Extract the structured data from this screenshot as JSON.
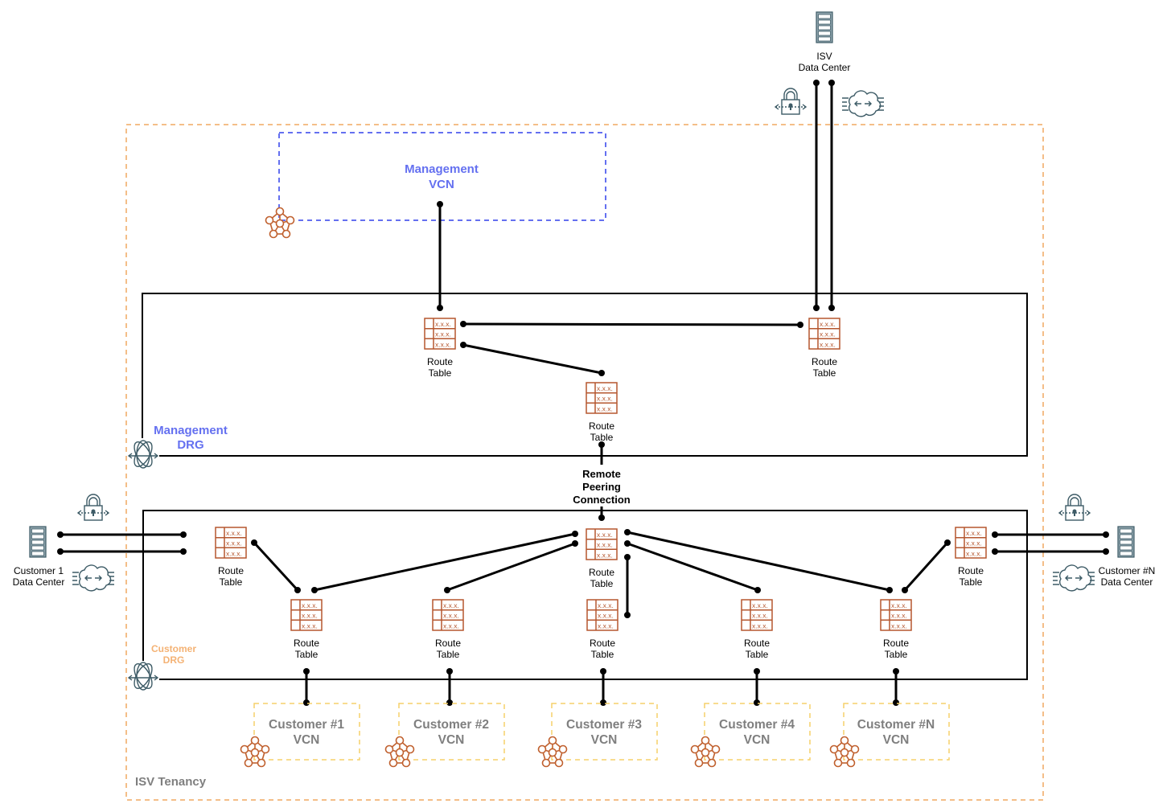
{
  "tenancy": {
    "label": "ISV Tenancy",
    "border_color": "#f0a860"
  },
  "isv_data_center": {
    "label_line1": "ISV",
    "label_line2": "Data Center"
  },
  "management_vcn": {
    "label_line1": "Management",
    "label_line2": "VCN",
    "border_color": "#6470f0"
  },
  "management_drg": {
    "label_line1": "Management",
    "label_line2": "DRG"
  },
  "customer_drg": {
    "label_line1": "Customer",
    "label_line2": "DRG"
  },
  "remote_peering": {
    "line1": "Remote",
    "line2": "Peering",
    "line3": "Connection"
  },
  "route_table": {
    "line1": "Route",
    "line2": "Table",
    "cell": "x.x.x."
  },
  "customer_dc_left": {
    "label_line1": "Customer 1",
    "label_line2": "Data Center"
  },
  "customer_dc_right": {
    "label_line1": "Customer #N",
    "label_line2": "Data Center"
  },
  "customer_vcns": [
    {
      "line1": "Customer #1",
      "line2": "VCN"
    },
    {
      "line1": "Customer #2",
      "line2": "VCN"
    },
    {
      "line1": "Customer #3",
      "line2": "VCN"
    },
    {
      "line1": "Customer #4",
      "line2": "VCN"
    },
    {
      "line1": "Customer #N",
      "line2": "VCN"
    }
  ],
  "colors": {
    "route_table": "#b5572f",
    "icon": "#3d5b66",
    "customer_vcn_border": "#f5d06a",
    "customer_drg_label": "#f4b274",
    "management": "#6470f0"
  },
  "icons": [
    "server-icon",
    "vpn-lock-icon",
    "fastconnect-cloud-icon",
    "drg-icon",
    "vcn-icon",
    "route-table-icon"
  ]
}
